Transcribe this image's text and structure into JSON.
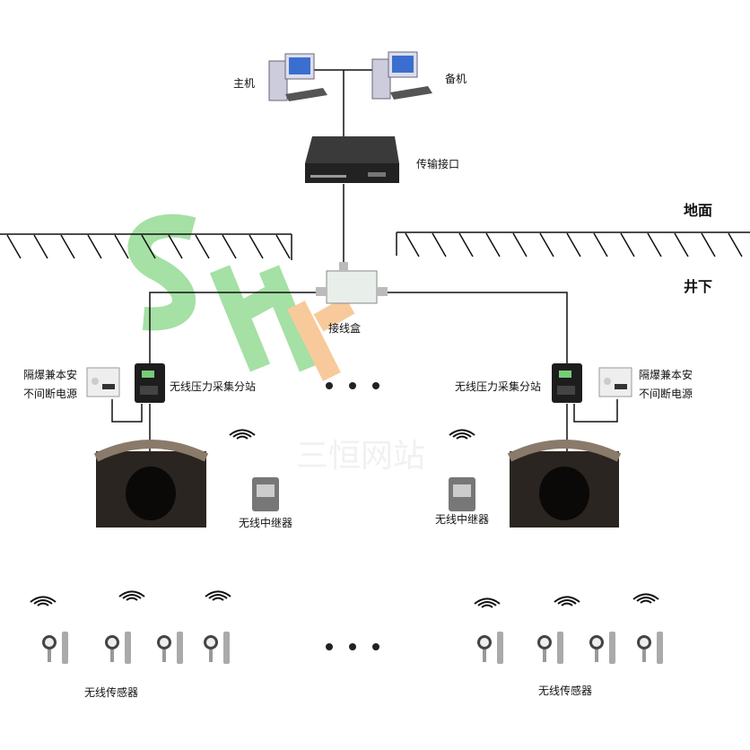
{
  "surface": {
    "host_label": "主机",
    "backup_label": "备机",
    "interface_label": "传输接口",
    "ground_label": "地面"
  },
  "underground": {
    "label": "井下",
    "junction_label": "接线盒",
    "left": {
      "ups_label_1": "隔爆兼本安",
      "ups_label_2": "不间断电源",
      "station_label": "无线压力采集分站",
      "repeater_label": "无线中继器",
      "sensor_label": "无线传感器"
    },
    "right": {
      "ups_label_1": "隔爆兼本安",
      "ups_label_2": "不间断电源",
      "station_label": "无线压力采集分站",
      "repeater_label": "无线中继器",
      "sensor_label": "无线传感器"
    }
  },
  "watermark": {
    "text": "SHH 三恒网站",
    "color": "#4cc24c"
  },
  "colors": {
    "line": "#111111",
    "device_dark": "#222222",
    "device_light": "#e8e8e8",
    "screen": "#3a6fd0"
  }
}
